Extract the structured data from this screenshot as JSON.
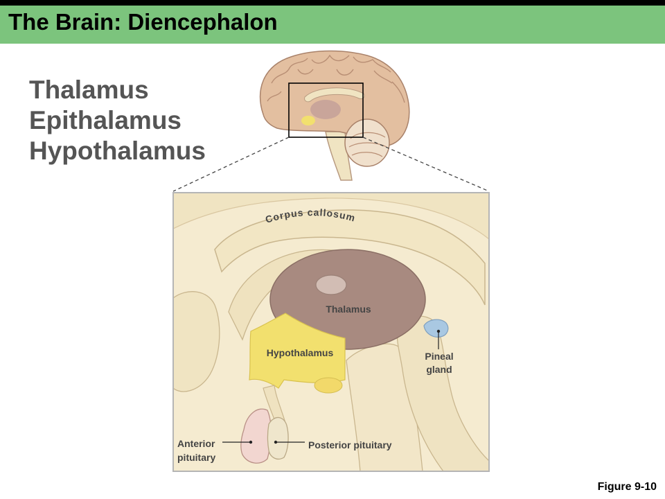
{
  "header": {
    "title": "The Brain: Diencephalon"
  },
  "terms": [
    "Thalamus",
    "Epithalamus",
    "Hypothalamus"
  ],
  "labels": {
    "corpus_callosum": "Corpus callosum",
    "thalamus": "Thalamus",
    "hypothalamus": "Hypothalamus",
    "pineal_line1": "Pineal",
    "pineal_line2": "gland",
    "anterior_line1": "Anterior",
    "anterior_line2": "pituitary",
    "posterior": "Posterior pituitary"
  },
  "figure_caption": "Figure 9-10",
  "colors": {
    "title_bar": "#7cc47d",
    "thalamus": "#a88a80",
    "hypothalamus": "#f2e06e",
    "pineal": "#a9c8e2",
    "brain_tissue": "#f0e4c2",
    "cortex": "#e3bfa0"
  }
}
